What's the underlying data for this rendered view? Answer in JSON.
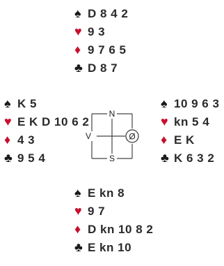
{
  "hands": {
    "north": {
      "spades": "D 8 4 2",
      "hearts": "9 3",
      "diamonds": "9 7 6 5",
      "clubs": "D 8 7"
    },
    "west": {
      "spades": "K 5",
      "hearts": "E K D 10 6 2",
      "diamonds": "4 3",
      "clubs": "9 5 4"
    },
    "east": {
      "spades": "10 9 6 3",
      "hearts": "kn 5 4",
      "diamonds": "E K",
      "clubs": "K 6 3 2"
    },
    "south": {
      "spades": "E kn 8",
      "hearts": "9 7",
      "diamonds": "D kn 10 8 2",
      "clubs": "E kn 10"
    }
  },
  "suits": {
    "spades": {
      "symbol": "♠",
      "icon": "spade-icon",
      "color": "#1a1a1a"
    },
    "hearts": {
      "symbol": "♥",
      "icon": "heart-icon",
      "color": "#c8102e"
    },
    "diamonds": {
      "symbol": "♦",
      "icon": "diamond-icon",
      "color": "#c8102e"
    },
    "clubs": {
      "symbol": "♣",
      "icon": "club-icon",
      "color": "#1a1a1a"
    }
  },
  "compass": {
    "north": "N",
    "south": "S",
    "west": "V",
    "east": "Ø"
  }
}
